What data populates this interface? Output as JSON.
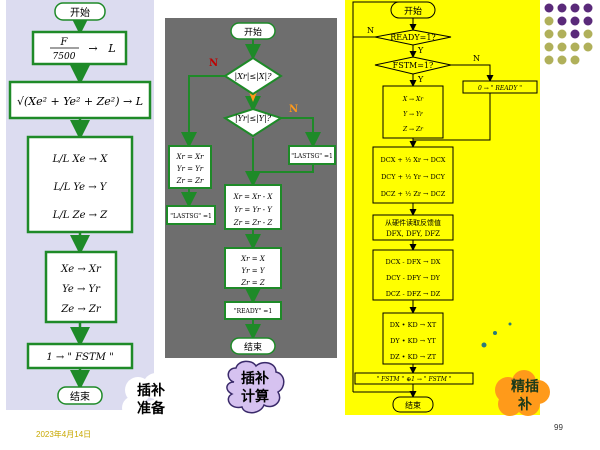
{
  "panel1": {
    "start": "开始",
    "box1_num": "F",
    "box1_den": "7500",
    "box1_arrow": "→",
    "box1_var": "L",
    "box2_expr": "√(Xe² + Ye² + Ze²) → L",
    "box3_lines": [
      "L/L Xe → X",
      "L/L Ye → Y",
      "L/L Ze → Z"
    ],
    "box4_lines": [
      "Xe → Xr",
      "Ye → Yr",
      "Ze → Zr"
    ],
    "box5": "1 → \" FSTM \"",
    "end": "结束"
  },
  "panel2": {
    "start": "开始",
    "diamond1": "|Xr|≤|X|?",
    "diamond2": "|Yr|≤|Y|?",
    "n1": "N",
    "n2": "N",
    "box_left_lines": [
      "Xr = Xr",
      "Yr = Yr",
      "Zr = Zr"
    ],
    "lastsg_left": "\"LASTSG\" =1",
    "lastsg_right": "\"LASTSG\" =1",
    "box_sub_lines": [
      "Xr = Xr - X",
      "Yr = Yr - Y",
      "Zr = Zr - Z"
    ],
    "box_assign_lines": [
      "Xr = X",
      "Yr = Y",
      "Zr = Z"
    ],
    "ready": "\"READY\" =1",
    "end": "结束"
  },
  "panel3": {
    "start": "开始",
    "diamond_ready": "READY=1?",
    "diamond_fstm": "FSTM=1?",
    "n_left": "N",
    "n_right": "N",
    "y1": "Y",
    "y2": "Y",
    "box_ready": "0 → \" READY \"",
    "box_xyz_lines": [
      "X → Xr",
      "Y → Yr",
      "Z → Zr"
    ],
    "box_d_lines": [
      "DCX + ½ Xr → DCX",
      "DCY + ½ Yr → DCY",
      "DCZ + ½ Zr → DCZ"
    ],
    "read_title": "从硬件读取反馈值",
    "read_vals": "DFX, DFY, DFZ",
    "box_diff_lines": [
      "DCX - DFX → DX",
      "DCY - DFY → DY",
      "DCZ - DFZ → DZ"
    ],
    "box_k_lines": [
      "DX • KD → XT",
      "DY • KD → YT",
      "DZ • KD → ZT"
    ],
    "box_fstm": "\" FSTM \" ⊕1 → \" FSTM \"",
    "end": "结束"
  },
  "labels": {
    "prep": "插补\n准备",
    "calc": "插补\n计算",
    "fine": "精插\n补"
  },
  "footer": {
    "date": "2023年4月14日",
    "page": "99"
  },
  "colors": {
    "flow_border": "#1e8a28",
    "arrow": "#1e8a28",
    "terminal_fill": "#ffffff",
    "panel1_bg": "#dcdcf0",
    "panel2_bg": "#6e6e6e",
    "panel3_bg": "#ffff00",
    "n_label": "#c00000",
    "dot_purple": "#5a2a7a",
    "dot_olive": "#b0b05a",
    "cloud_purple": "#d6c2f0",
    "cloud_orange": "#ff9a1a"
  }
}
